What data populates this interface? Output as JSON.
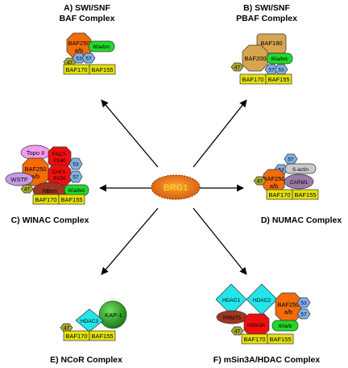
{
  "center": {
    "label": "BRG1",
    "fill": "#e86a10",
    "text_color": "#ffd21a"
  },
  "colors": {
    "yellow_box": "#e5e10e",
    "orange": "#f46b0a",
    "green": "#22d82a",
    "blue": "#7fb0e6",
    "tan": "#d6a550",
    "olive": "#a9a92a",
    "red": "#ee0f0f",
    "pink": "#f39bef",
    "violet": "#c79be8",
    "cyan": "#22e6ea",
    "brown": "#a23520",
    "grey": "#c9c9c9",
    "purple": "#9a7aa8",
    "kap_green": "#2fa32a"
  },
  "complexes": {
    "A": {
      "title_line1": "A) SWI/SNF",
      "title_line2": "BAF Complex"
    },
    "B": {
      "title_line1": "B) SWI/SNF",
      "title_line2": "PBAF Complex"
    },
    "C": {
      "title": "C) WINAC Complex"
    },
    "D": {
      "title": "D) NUMAC Complex"
    },
    "E": {
      "title": "E) NCoR Complex"
    },
    "F": {
      "title": "F) mSin3A/HDAC Complex"
    }
  },
  "labels": {
    "baf250": "BAF250",
    "ab": "a/b",
    "a60bc": "60a/b/c",
    "a60ab": "60a/b",
    "n47": "47",
    "n53": "53",
    "n57": "57",
    "baf170": "BAF170",
    "baf155": "BAF155",
    "baf180": "BAF180",
    "baf200": "BAF200",
    "topo2": "Topo II",
    "fact_p140_1": "FACT-",
    "fact_p140_2": "P140",
    "caf1_1": "CAF1-",
    "caf1_2": "P150",
    "wstf": "WSTF",
    "hbrm": "hBrm",
    "bactin": "ß-actin",
    "carm1": "CARM1",
    "kap1": "KAP-1",
    "hdac3": "HDAC3",
    "hdac1": "HDAC1",
    "hdac2": "HDAC2",
    "prmt5": "PRMT5",
    "msin3a": "mSin3A"
  }
}
